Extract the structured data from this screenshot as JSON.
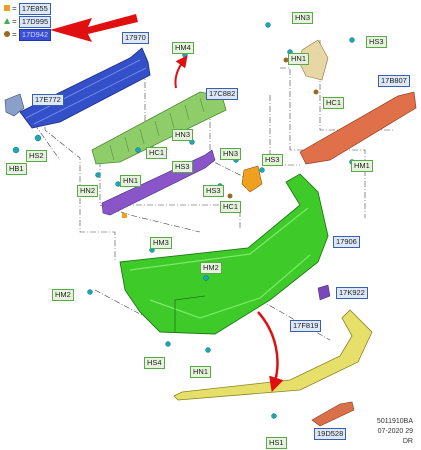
{
  "legend": [
    {
      "symbol": "square",
      "color": "#f0a020",
      "sep": "=",
      "code": "17E855"
    },
    {
      "symbol": "triangle",
      "color": "#3fb050",
      "sep": "=",
      "code": "17D995"
    },
    {
      "symbol": "circle",
      "color": "#9a6a20",
      "sep": "=",
      "code": "17D942"
    }
  ],
  "labels": {
    "l_17970": "17970",
    "l_HM4": "HM4",
    "l_17E772": "17E772",
    "l_17C882": "17C882",
    "l_HS2": "HS2",
    "l_HB1": "HB1",
    "l_HN3a": "HN3",
    "l_HC1a": "HC1",
    "l_HN2": "HN2",
    "l_HN1a": "HN1",
    "l_HN3b": "HN3",
    "l_HS3a": "HS3",
    "l_HS3b": "HS3",
    "l_HC1b": "HC1",
    "l_HN3c": "HN3",
    "l_HS3c": "HS3",
    "l_HN1b": "HN1",
    "l_HC1c": "HC1",
    "l_17B807": "17B807",
    "l_HM1": "HM1",
    "l_17906": "17906",
    "l_HM3": "HM3",
    "l_HM2a": "HM2",
    "l_HM2b": "HM2",
    "l_17K922": "17K922",
    "l_17F819": "17F819",
    "l_HS4": "HS4",
    "l_HN1c": "HN1",
    "l_HS1": "HS1",
    "l_19D528": "19D528"
  },
  "footer": {
    "line1": "5011910BA",
    "line2": "07-2020 29",
    "line3": "DR"
  },
  "colors": {
    "reinforcement": "#3350c8",
    "absorber": "#8fcc6a",
    "bracket_purple": "#8a55c8",
    "support_orange": "#e0704a",
    "bumper_green": "#3ecb2a",
    "valance_yellow": "#e6e06a",
    "arrow_red": "#e01010"
  }
}
